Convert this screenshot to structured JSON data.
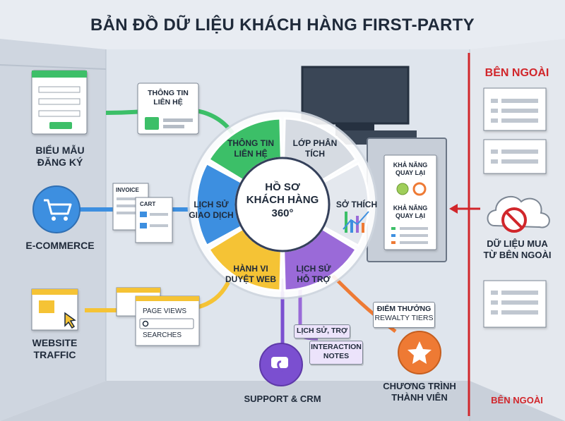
{
  "title": "BẢN ĐỒ DỮ LIỆU KHÁCH HÀNG FIRST-PARTY",
  "hub": {
    "line1": "HỒ SƠ",
    "line2": "KHÁCH HÀNG",
    "line3": "360°"
  },
  "segments": {
    "contact": {
      "line1": "THÔNG TIN",
      "line2": "LIÊN HỆ"
    },
    "analysis": {
      "line1": "LỚP PHÂN",
      "line2": "TÍCH"
    },
    "preferences": "SỞ THÍCH",
    "transactions": {
      "line1": "LỊCH SỬ",
      "line2": "GIAO DỊCH"
    },
    "browsing": {
      "line1": "HÀNH VI",
      "line2": "DUYỆT WEB"
    },
    "support": {
      "line1": "LỊCH SỬ",
      "line2": "HỖ TRỢ"
    }
  },
  "sources": {
    "signup": {
      "line1": "BIỂU MẪU",
      "line2": "ĐĂNG KÝ",
      "card_line1": "THÔNG TIN",
      "card_line2": "LIÊN HỆ"
    },
    "ecommerce": {
      "label": "E-COMMERCE",
      "invoice": "INVOICE",
      "cart": "CART"
    },
    "web": {
      "line1": "WEBSITE",
      "line2": "TRAFFIC",
      "page_views": "PAGE VIEWS",
      "searches": "SEARCHES"
    },
    "support": {
      "label": "SUPPORT & CRM",
      "card1": "LỊCH SỬ, TRỢ",
      "card2_line1": "INTERACTION",
      "card2_line2": "NOTES"
    },
    "loyalty": {
      "line1": "CHƯƠNG TRÌNH",
      "line2": "THÀNH VIÊN",
      "card_line1": "ĐIỂM THƯỞNG",
      "card_line2": "REWALTY TIERS"
    }
  },
  "analytics_panel": {
    "item1_line1": "KHẢ NĂNG",
    "item1_line2": "QUAY LẠI",
    "item2_line1": "KHẢ NĂNG",
    "item2_line2": "QUAY LẠI"
  },
  "external": {
    "top_label": "BÊN NGOÀI",
    "bought_line1": "DỮ LIỆU MUA",
    "bought_line2": "TỪ BÊN NGOÀI",
    "bottom_label": "BÊN NGOÀI"
  },
  "colors": {
    "green": "#3cbf68",
    "blue": "#3d8fe0",
    "yellow": "#f5c335",
    "purple": "#9a6ad8",
    "orange": "#ee7a34",
    "red": "#d1262b",
    "grey": "#d6dbe2"
  }
}
